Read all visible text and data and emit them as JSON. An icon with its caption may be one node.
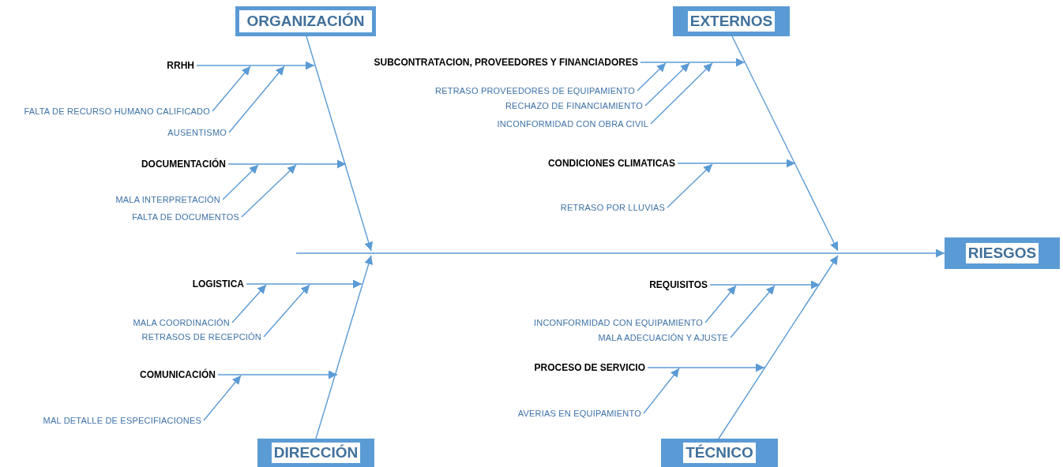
{
  "diagram": {
    "nodes": [
      {
        "text": [
          "ORGANIZACIÓN"
        ]
      },
      {
        "text": [
          "EXTERNOS"
        ]
      },
      {
        "text": [
          "DIRECCIÓN"
        ]
      },
      {
        "text": [
          "TÉCNICO"
        ]
      },
      {
        "text": [
          "RIESGOS"
        ]
      },
      {
        "text": [
          "RRHH"
        ]
      },
      {
        "text": [
          "FALTA DE RECURSO HUMANO CALIFICADO"
        ]
      },
      {
        "text": [
          "AUSENTISMO"
        ]
      },
      {
        "text": [
          "DOCUMENTACIÓN"
        ]
      },
      {
        "text": [
          "MALA INTERPRETACIÓN"
        ]
      },
      {
        "text": [
          "FALTA DE DOCUMENTOS"
        ]
      },
      {
        "text": [
          "SUBCONTRATACION, PROVEEDORES Y FINANCIADORES"
        ]
      },
      {
        "text": [
          "RETRASO PROVEEDORES DE EQUIPAMIENTO"
        ]
      },
      {
        "text": [
          "RECHAZO DE FINANCIAMIENTO"
        ]
      },
      {
        "text": [
          "INCONFORMIDAD CON OBRA CIVIL"
        ]
      },
      {
        "text": [
          "CONDICIONES CLIMATICAS"
        ]
      },
      {
        "text": [
          "RETRASO POR LLUVIAS"
        ]
      },
      {
        "text": [
          "LOGISTICA"
        ]
      },
      {
        "text": [
          "MALA COORDINACIÓN"
        ]
      },
      {
        "text": [
          "RETRASOS DE RECEPCIÓN"
        ]
      },
      {
        "text": [
          "COMUNICACIÓN"
        ]
      },
      {
        "text": [
          "MAL DETALLE DE ESPECIFIACIONES"
        ]
      },
      {
        "text": [
          "REQUISITOS"
        ]
      },
      {
        "text": [
          "INCONFORMIDAD CON EQUIPAMIENTO"
        ]
      },
      {
        "text": [
          "MALA ADECUACIÓN Y AJUSTE"
        ]
      },
      {
        "text": [
          "PROCESO DE SERVICIO"
        ]
      },
      {
        "text": [
          "AVERIAS EN EQUIPAMIENTO"
        ]
      }
    ],
    "edges": [
      {
        "from": null,
        "to": 4,
        "arrow": "to"
      },
      {
        "from": 0,
        "to": null,
        "arrow": "to"
      },
      {
        "from": 5,
        "to": null,
        "arrow": "to"
      },
      {
        "from": 6,
        "to": null,
        "arrow": "to"
      },
      {
        "from": 7,
        "to": null,
        "arrow": "to"
      },
      {
        "from": 8,
        "to": null,
        "arrow": "to"
      },
      {
        "from": 9,
        "to": 8,
        "arrow": "to"
      },
      {
        "from": 10,
        "to": null,
        "arrow": "to"
      },
      {
        "from": 1,
        "to": null,
        "arrow": "to"
      },
      {
        "from": 11,
        "to": 1,
        "arrow": "to"
      },
      {
        "from": 12,
        "to": 11,
        "arrow": "to"
      },
      {
        "from": 13,
        "to": null,
        "arrow": "to"
      },
      {
        "from": 14,
        "to": null,
        "arrow": "to"
      },
      {
        "from": 15,
        "to": null,
        "arrow": "to"
      },
      {
        "from": 16,
        "to": 15,
        "arrow": "to"
      },
      {
        "from": 2,
        "to": null,
        "arrow": "to"
      },
      {
        "from": 17,
        "to": null,
        "arrow": "to"
      },
      {
        "from": 18,
        "to": 17,
        "arrow": "to"
      },
      {
        "from": 19,
        "to": null,
        "arrow": "to"
      },
      {
        "from": 20,
        "to": null,
        "arrow": "to"
      },
      {
        "from": 21,
        "to": 20,
        "arrow": "to"
      },
      {
        "from": 3,
        "to": null,
        "arrow": "to"
      },
      {
        "from": 22,
        "to": null,
        "arrow": "to"
      },
      {
        "from": 23,
        "to": 22,
        "arrow": "to"
      },
      {
        "from": 24,
        "to": null,
        "arrow": "to"
      },
      {
        "from": 25,
        "to": null,
        "arrow": "to"
      },
      {
        "from": 26,
        "to": 25,
        "arrow": "to"
      }
    ]
  }
}
